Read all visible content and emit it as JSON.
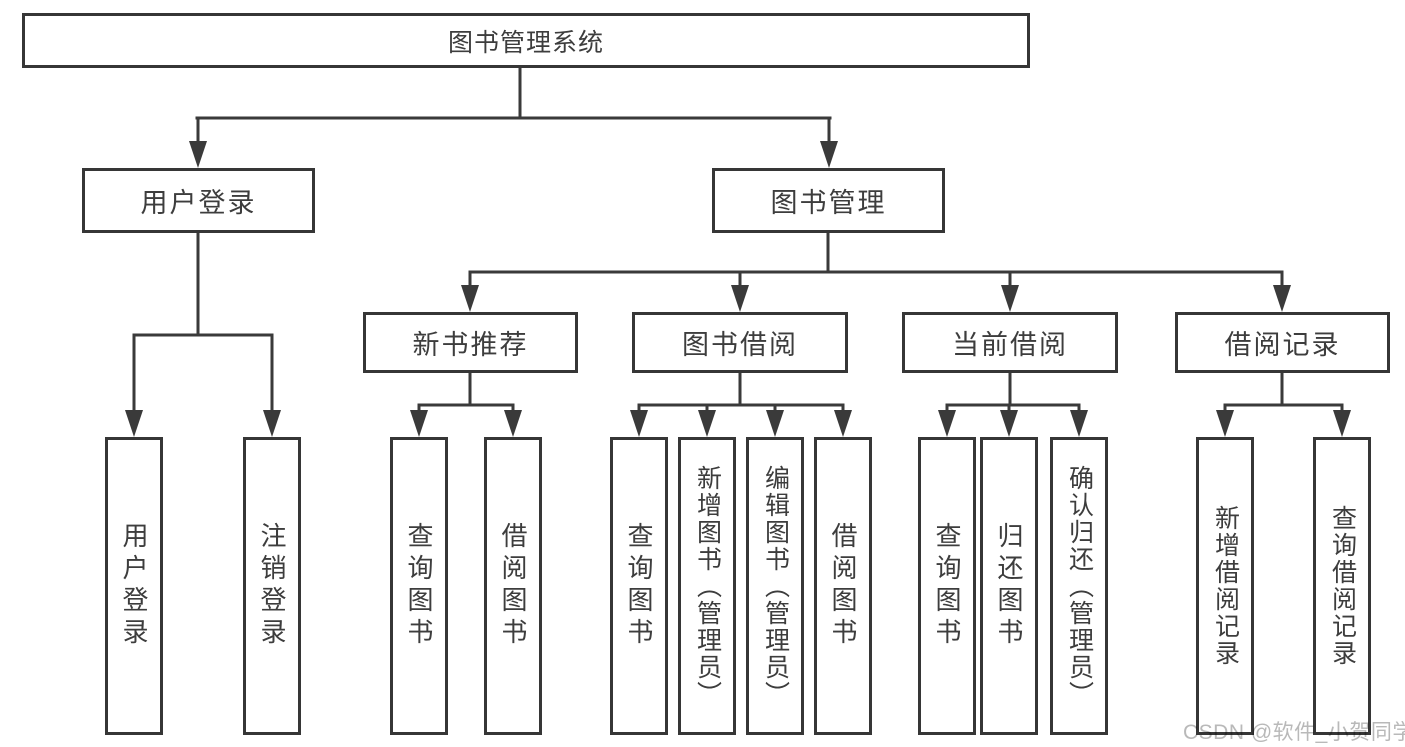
{
  "watermark": "CSDN @软件_小贺同学",
  "colors": {
    "line": "#3a3a3a",
    "border": "#363636",
    "text": "#3d3d3d",
    "watermark": "#b9b9b9",
    "background": "#ffffff"
  },
  "tree": {
    "root": "图书管理系统",
    "branches": [
      {
        "label": "用户登录",
        "children": [
          "用户登录",
          "注销登录"
        ]
      },
      {
        "label": "图书管理",
        "children": [
          {
            "label": "新书推荐",
            "children": [
              "查询图书",
              "借阅图书"
            ]
          },
          {
            "label": "图书借阅",
            "children": [
              "查询图书",
              "新增图书（管理员）",
              "编辑图书（管理员）",
              "借阅图书"
            ]
          },
          {
            "label": "当前借阅",
            "children": [
              "查询图书",
              "归还图书",
              "确认归还（管理员）"
            ]
          },
          {
            "label": "借阅记录",
            "children": [
              "新增借阅记录",
              "查询借阅记录"
            ]
          }
        ]
      }
    ]
  }
}
